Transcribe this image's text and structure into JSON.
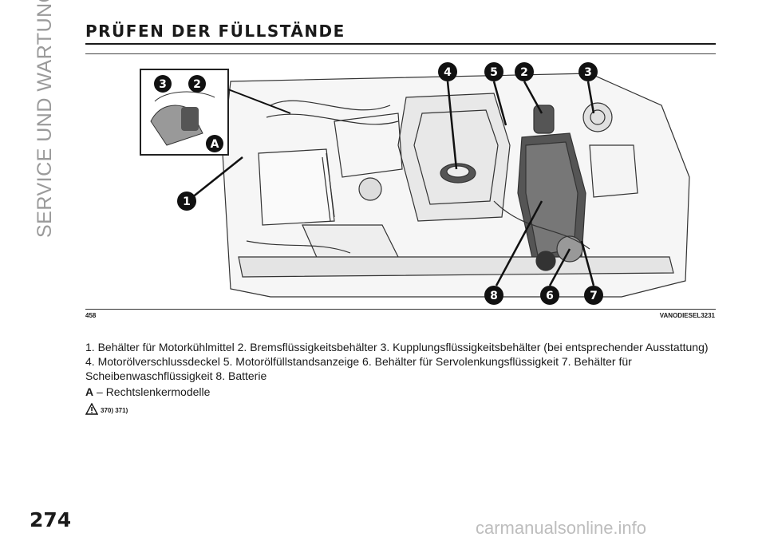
{
  "side_title": "SERVICE UND WARTUNG",
  "page_title": "PRÜFEN DER FÜLLSTÄNDE",
  "figure": {
    "callouts": [
      "1",
      "2",
      "3",
      "4",
      "5",
      "2",
      "3",
      "8",
      "6",
      "7"
    ],
    "inset_callouts": [
      "3",
      "2",
      "A"
    ],
    "figure_number": "458",
    "figure_code": "VANODIESEL3231"
  },
  "caption": "1. Behälter für Motorkühlmittel 2. Bremsflüssigkeitsbehälter 3. Kupplungsflüssigkeitsbehälter (bei entsprechender Ausstattung) 4. Motorölverschlussdeckel 5. Motorölfüllstandsanzeige 6. Behälter für Servolenkungsflüssigkeit 7. Behälter für Scheibenwaschflüssigkeit 8. Batterie",
  "rhd": {
    "letter": "A",
    "text": " – Rechtslenkermodelle"
  },
  "warning_refs": "370) 371)",
  "page_number": "274",
  "watermark": "carmanualsonline.info",
  "icons": [
    "warning-triangle-icon"
  ]
}
